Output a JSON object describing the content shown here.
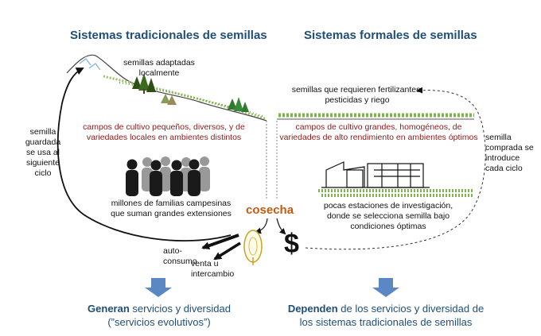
{
  "left": {
    "title": "Sistemas tradicionales de semillas",
    "seeds_label_l1": "semillas adaptadas",
    "seeds_label_l2": "localmente",
    "fields_l1": "campos de cultivo pequeños, diversos, y de",
    "fields_l2": "variedades locales en ambientes distintos",
    "families_l1": "millones de familias campesinas",
    "families_l2": "que suman grandes extensiones",
    "saved_seed_l1": "semilla",
    "saved_seed_l2": "guardada",
    "saved_seed_l3": "se usa al",
    "saved_seed_l4": "siguiente",
    "saved_seed_l5": "ciclo",
    "self_consumption_l1": "auto-",
    "self_consumption_l2": "consumo",
    "sale_l1": "venta u",
    "sale_l2": "intercambio",
    "bottom_bold": "Generan",
    "bottom_rest": " servicios y diversidad",
    "bottom_l2": "(”servicios evolutivos”)"
  },
  "right": {
    "title": "Sistemas formales de semillas",
    "inputs_l1": "semillas que requieren fertilizantes,",
    "inputs_l2": "pesticidas y riego",
    "fields_l1": "campos de cultivo grandes, homogéneos, de",
    "fields_l2": "variedades de alto rendimiento en ambientes óptimos",
    "bought_l1": "semilla",
    "bought_l2": "comprada se",
    "bought_l3": "introduce",
    "bought_l4": "cada ciclo",
    "stations_l1": "pocas estaciones de investigación,",
    "stations_l2": "donde se selecciona semilla bajo",
    "stations_l3": "condiciones óptimas",
    "bottom_bold": "Dependen",
    "bottom_rest": " de los servicios y diversidad de",
    "bottom_l2": "los sistemas tradicionales de semillas"
  },
  "center": {
    "harvest": "cosecha",
    "dollar": "$"
  },
  "colors": {
    "title": "#1f4e79",
    "red_text": "#8b1a1a",
    "harvest": "#c55a11",
    "arrow_blue": "#5b87c5",
    "crop_green": "#7ab648"
  }
}
